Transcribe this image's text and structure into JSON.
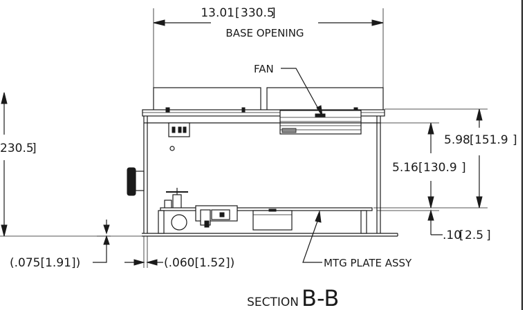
{
  "dimensions": {
    "base_opening_value": "13.01",
    "base_opening_metric": "330.5",
    "base_opening_label": "BASE OPENING",
    "left_height_metric": "230.5",
    "right_outer_value": "5.98",
    "right_outer_metric": "151.9",
    "right_inner_value": "5.16",
    "right_inner_metric": "130.9",
    "bottom_offset_value": ".10",
    "bottom_offset_metric": "2.5",
    "left_gap": "(.075[1.91])",
    "flange_gap": "(.060[1.52])"
  },
  "labels": {
    "fan": "FAN",
    "mtg_plate": "MTG PLATE ASSY"
  },
  "section": {
    "prefix": "SECTION",
    "letter": "B-B"
  }
}
